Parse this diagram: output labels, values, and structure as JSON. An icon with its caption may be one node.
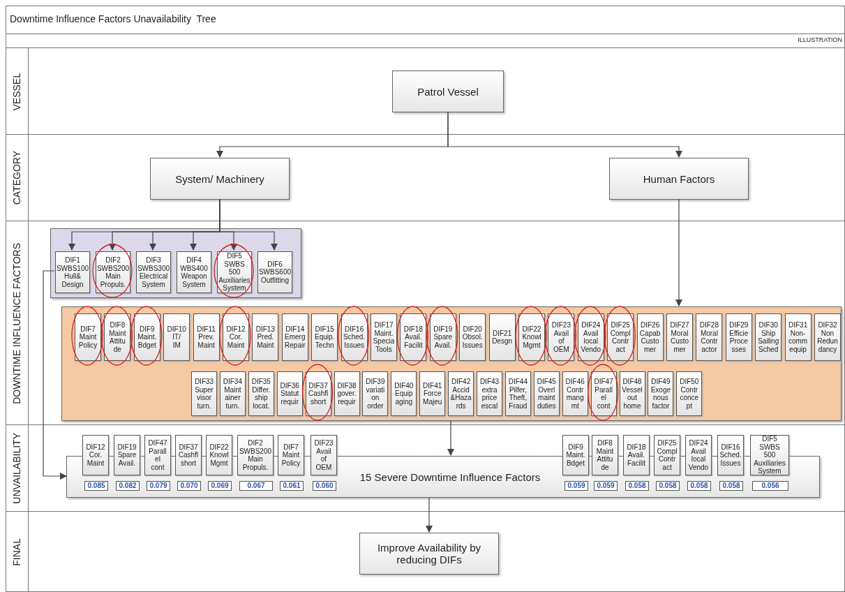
{
  "diagram": {
    "title": "Downtime Influence Factors Unavailability  Tree",
    "nodes": [
      {
        "text": [
          "VESSEL"
        ]
      },
      {
        "text": [
          "Patrol Vessel"
        ],
        "in": 0
      },
      {
        "text": [
          "CATEGORY"
        ]
      },
      {
        "text": [
          "System/ Machinery"
        ],
        "in": 2
      },
      {
        "text": [
          "Human Factors"
        ],
        "in": 2
      },
      {
        "text": [
          "DOWNTIME INFLUENCE FACTORS"
        ]
      },
      {
        "text": [],
        "shape": "box",
        "in": 5
      },
      {
        "text": [
          "DIF1",
          "SWBS100 Hull& Design"
        ],
        "in": 6
      },
      {
        "text": [
          "DIF2",
          "SWBS200 Main Propuls."
        ],
        "in": 6
      },
      {
        "text": [
          "DIF3",
          "SWBS300 Electrical System"
        ],
        "in": 6
      },
      {
        "text": [
          "DIF4",
          "WBS400 Weapon System"
        ],
        "in": 6
      },
      {
        "text": [
          "DIF5",
          "SWBS 500 Auxiliaries System"
        ],
        "in": 6
      },
      {
        "text": [
          "DIF6",
          "SWBS600 Outfitting"
        ],
        "in": 6
      },
      {
        "text": [],
        "shape": "box",
        "in": 5
      },
      {
        "text": [
          "DIF7",
          "Maint Policy"
        ],
        "in": 13
      },
      {
        "text": [
          "DIF8",
          "Maint Attitu de"
        ],
        "in": 13
      },
      {
        "text": [
          "DIF9",
          "Maint. Bdget"
        ],
        "in": 13
      },
      {
        "text": [
          "DIF10",
          "IT/ IM"
        ],
        "in": 13
      },
      {
        "text": [
          "DIF11",
          "Prev. Maint"
        ],
        "in": 13
      },
      {
        "text": [
          "DIF12",
          "Cor. Maint"
        ],
        "in": 13
      },
      {
        "text": [
          "DIF13",
          "Pred. Maint"
        ],
        "in": 13
      },
      {
        "text": [
          "DIF14",
          "Emerg Repair"
        ],
        "in": 13
      },
      {
        "text": [
          "DIF15",
          "Equip. Techn"
        ],
        "in": 13
      },
      {
        "text": [
          "DIF16",
          "Sched. Issues"
        ],
        "in": 13
      },
      {
        "text": [
          "DIF17",
          "Maint. Specia Tools"
        ],
        "in": 13
      },
      {
        "text": [
          "DIF18",
          "Avail. Facilit"
        ],
        "in": 13
      },
      {
        "text": [
          "DIF19",
          "Spare Avail."
        ],
        "in": 13
      },
      {
        "text": [
          "DIF20",
          "Obsol. Issues"
        ],
        "in": 13
      },
      {
        "text": [
          "DIF21",
          "Desgn"
        ],
        "in": 13
      },
      {
        "text": [
          "DIF22",
          "Knowl Mgmt"
        ],
        "in": 13
      },
      {
        "text": [
          "DIF23",
          "Avail of OEM"
        ],
        "in": 13
      },
      {
        "text": [
          "DIF24",
          "Avail local Vendo"
        ],
        "in": 13
      },
      {
        "text": [
          "DIF25",
          "Compl Contr act"
        ],
        "in": 13
      },
      {
        "text": [
          "DIF26",
          "Capab Custo mer"
        ],
        "in": 13
      },
      {
        "text": [
          "DIF27",
          "Moral Custo mer"
        ],
        "in": 13
      },
      {
        "text": [
          "DIF28",
          "Moral Contr actor"
        ],
        "in": 13
      },
      {
        "text": [
          "DIF29",
          "Efficie Proce sses"
        ],
        "in": 13
      },
      {
        "text": [
          "DIF30",
          "Ship Sailing Sched"
        ],
        "in": 13
      },
      {
        "text": [
          "DIF31",
          "Non- comm equip"
        ],
        "in": 13
      },
      {
        "text": [
          "DIF32",
          "Non Redun dancy"
        ],
        "in": 13
      },
      {
        "text": [
          "DIF33",
          "Super visor turn."
        ],
        "in": 13
      },
      {
        "text": [
          "DIF34",
          "Maint ainer turn."
        ],
        "in": 13
      },
      {
        "text": [
          "DIF35",
          "Differ. ship locat."
        ],
        "in": 13
      },
      {
        "text": [
          "DIF36",
          "Statut requir"
        ],
        "in": 13
      },
      {
        "text": [
          "DIF37",
          "Cashfl short"
        ],
        "in": 13
      },
      {
        "text": [
          "DIF38",
          "gover. requir"
        ],
        "in": 13
      },
      {
        "text": [
          "DIF39",
          "variati on order"
        ],
        "in": 13
      },
      {
        "text": [
          "DIF40",
          "Equip aging"
        ],
        "in": 13
      },
      {
        "text": [
          "DIF41",
          "Force Majeu"
        ],
        "in": 13
      },
      {
        "text": [
          "DIF42",
          "Accid &Haza rds"
        ],
        "in": 13
      },
      {
        "text": [
          "DIF43",
          "extra price escal"
        ],
        "in": 13
      },
      {
        "text": [
          "DIF44",
          "Pilfer, Theft, Fraud"
        ],
        "in": 13
      },
      {
        "text": [
          "DIF45",
          "Overl maint duties"
        ],
        "in": 13
      },
      {
        "text": [
          "DIF46",
          "Contr mang mt"
        ],
        "in": 13
      },
      {
        "text": [
          "DIF47",
          "Parall el cont"
        ],
        "in": 13
      },
      {
        "text": [
          "DIF48",
          "Vessel out home"
        ],
        "in": 13
      },
      {
        "text": [
          "DIF49",
          "Exoge nous factor"
        ],
        "in": 13
      },
      {
        "text": [
          "DIF50",
          "Contr conce pt"
        ],
        "in": 13
      },
      {
        "text": [
          "UNVAILABILITY"
        ]
      },
      {
        "text": [
          "15 Severe Downtime Influence Factors"
        ],
        "in": 58
      },
      {
        "text": [
          "DIF12",
          "Cor. Maint"
        ],
        "in": 58
      },
      {
        "text": [
          "DIF19",
          "Spare Avail."
        ],
        "in": 58
      },
      {
        "text": [
          "DIF47",
          "Parall el cont"
        ],
        "in": 58
      },
      {
        "text": [
          "DIF37",
          "Cashfl short"
        ],
        "in": 58
      },
      {
        "text": [
          "DIF22",
          "Knowl Mgmt"
        ],
        "in": 58
      },
      {
        "text": [
          "DIF2",
          "SWBS200 Main Propuls."
        ],
        "in": 58
      },
      {
        "text": [
          "DIF7",
          "Maint Policy"
        ],
        "in": 58
      },
      {
        "text": [
          "DIF23",
          "Avail of OEM"
        ],
        "in": 58
      },
      {
        "text": [
          "DIF9",
          "Maint. Bdget"
        ],
        "in": 58
      },
      {
        "text": [
          "DIF8",
          "Maint Attitu de"
        ],
        "in": 58
      },
      {
        "text": [
          "DIF18",
          "Avail. Facilit"
        ],
        "in": 58
      },
      {
        "text": [
          "DIF25",
          "Compl Contr act"
        ],
        "in": 58
      },
      {
        "text": [
          "DIF24",
          "Avail local Vendo"
        ],
        "in": 58
      },
      {
        "text": [
          "DIF16",
          "Sched. Issues"
        ],
        "in": 58
      },
      {
        "text": [
          "DIF5",
          "SWBS 500 Auxiliaries System"
        ],
        "in": 58
      },
      {
        "text": [
          "0.085"
        ],
        "in": 59
      },
      {
        "text": [
          "0.082"
        ],
        "in": 59
      },
      {
        "text": [
          "0.079"
        ],
        "in": 59
      },
      {
        "text": [
          "0.070"
        ],
        "in": 59
      },
      {
        "text": [
          "0.069"
        ],
        "in": 59
      },
      {
        "text": [
          "0.067"
        ],
        "in": 59
      },
      {
        "text": [
          "0.061"
        ],
        "in": 59
      },
      {
        "text": [
          "0.060"
        ],
        "in": 59
      },
      {
        "text": [
          "0.059"
        ],
        "in": 59
      },
      {
        "text": [
          "0.059"
        ],
        "in": 59
      },
      {
        "text": [
          "0.058"
        ],
        "in": 59
      },
      {
        "text": [
          "0.058"
        ],
        "in": 59
      },
      {
        "text": [
          "0.058"
        ],
        "in": 59
      },
      {
        "text": [
          "0.058"
        ],
        "in": 59
      },
      {
        "text": [
          "0.056"
        ],
        "in": 59
      },
      {
        "text": [
          "FINAL"
        ]
      },
      {
        "text": [
          "Improve Availability by reducing DIFs"
        ],
        "in": 90
      }
    ],
    "edges": [
      {
        "from": 1,
        "to": 3,
        "arrow": "to"
      },
      {
        "from": 1,
        "to": 4,
        "arrow": "to"
      },
      {
        "from": 3,
        "to": 7,
        "arrow": "to"
      },
      {
        "from": 3,
        "to": 8,
        "arrow": "to"
      },
      {
        "from": 3,
        "to": 9,
        "arrow": "to"
      },
      {
        "from": 3,
        "to": 10,
        "arrow": "to"
      },
      {
        "from": 3,
        "to": 11,
        "arrow": "to"
      },
      {
        "from": 3,
        "to": 12,
        "arrow": "to"
      },
      {
        "from": 4,
        "to": 13,
        "arrow": "to"
      },
      {
        "from": 7,
        "to": 59,
        "arrow": "to"
      },
      {
        "from": 13,
        "to": 59,
        "arrow": "to"
      },
      {
        "from": 59,
        "to": 91,
        "arrow": "to"
      }
    ],
    "labels": [
      "ILLUSTRATION"
    ]
  }
}
